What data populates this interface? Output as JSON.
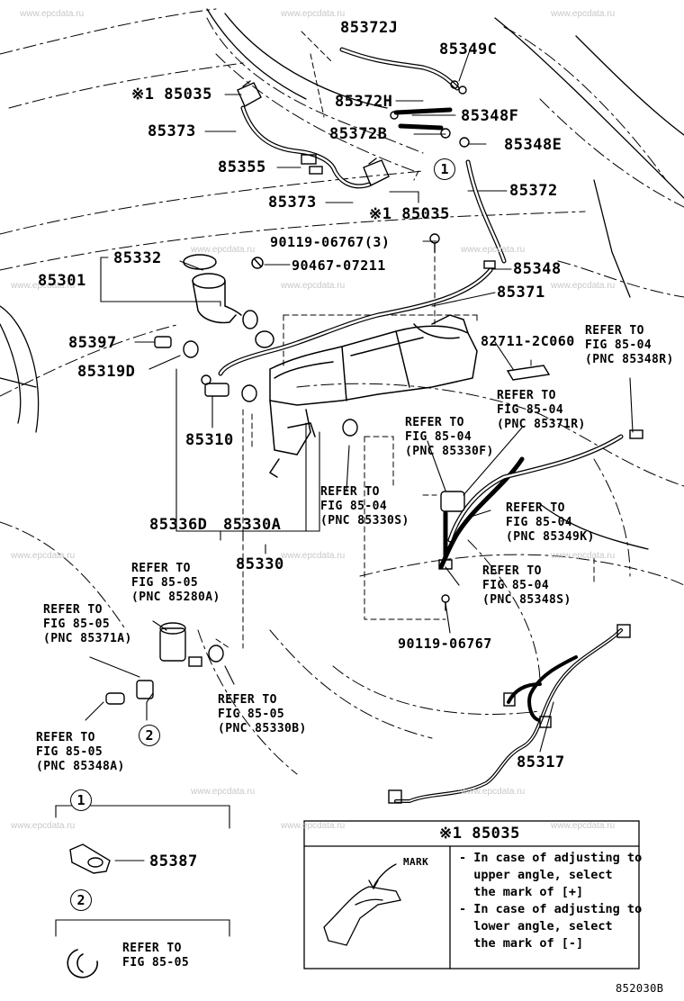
{
  "watermark": "www.epcdata.ru",
  "figure_code": "852030B",
  "parts": {
    "p85372J": "85372J",
    "p85349C": "85349C",
    "p85035a": "※1 85035",
    "p85372H": "85372H",
    "p85348F": "85348F",
    "p85373a": "85373",
    "p85372B": "85372B",
    "p85348E": "85348E",
    "p85355": "85355",
    "p85372": "85372",
    "p85373b": "85373",
    "p85035b": "※1 85035",
    "p90119a": "90119-06767(3)",
    "p85332": "85332",
    "p90467": "90467-07211",
    "p85348": "85348",
    "p85301": "85301",
    "p85371": "85371",
    "p85397": "85397",
    "p82711": "82711-2C060",
    "p85319D": "85319D",
    "p85310": "85310",
    "p85336D": "85336D",
    "p85330A": "85330A",
    "p85330": "85330",
    "p90119b": "90119-06767",
    "p85317": "85317",
    "p85387": "85387"
  },
  "refs": {
    "r85348R": "REFER TO\nFIG 85-04\n(PNC 85348R)",
    "r85371R": "REFER TO\nFIG 85-04\n(PNC 85371R)",
    "r85330F": "REFER TO\nFIG 85-04\n(PNC 85330F)",
    "r85330S": "REFER TO\nFIG 85-04\n(PNC 85330S)",
    "r85349K": "REFER TO\nFIG 85-04\n(PNC 85349K)",
    "r85348S": "REFER TO\nFIG 85-04\n(PNC 85348S)",
    "r85280A": "REFER TO\nFIG 85-05\n(PNC 85280A)",
    "r85371A": "REFER TO\nFIG 85-05\n(PNC 85371A)",
    "r85348A": "REFER TO\nFIG 85-05\n(PNC 85348A)",
    "r85330B": "REFER TO\nFIG 85-05\n(PNC 85330B)",
    "r_fig8505": "REFER TO\nFIG 85-05"
  },
  "callouts": {
    "c1": "1",
    "c2": "2"
  },
  "note_box": {
    "header": "※1 85035",
    "mark_label": "MARK",
    "text": "- In case of adjusting to\n  upper angle, select\n  the mark of [+]\n- In case of adjusting to\n  lower angle, select\n  the mark of [-]"
  }
}
